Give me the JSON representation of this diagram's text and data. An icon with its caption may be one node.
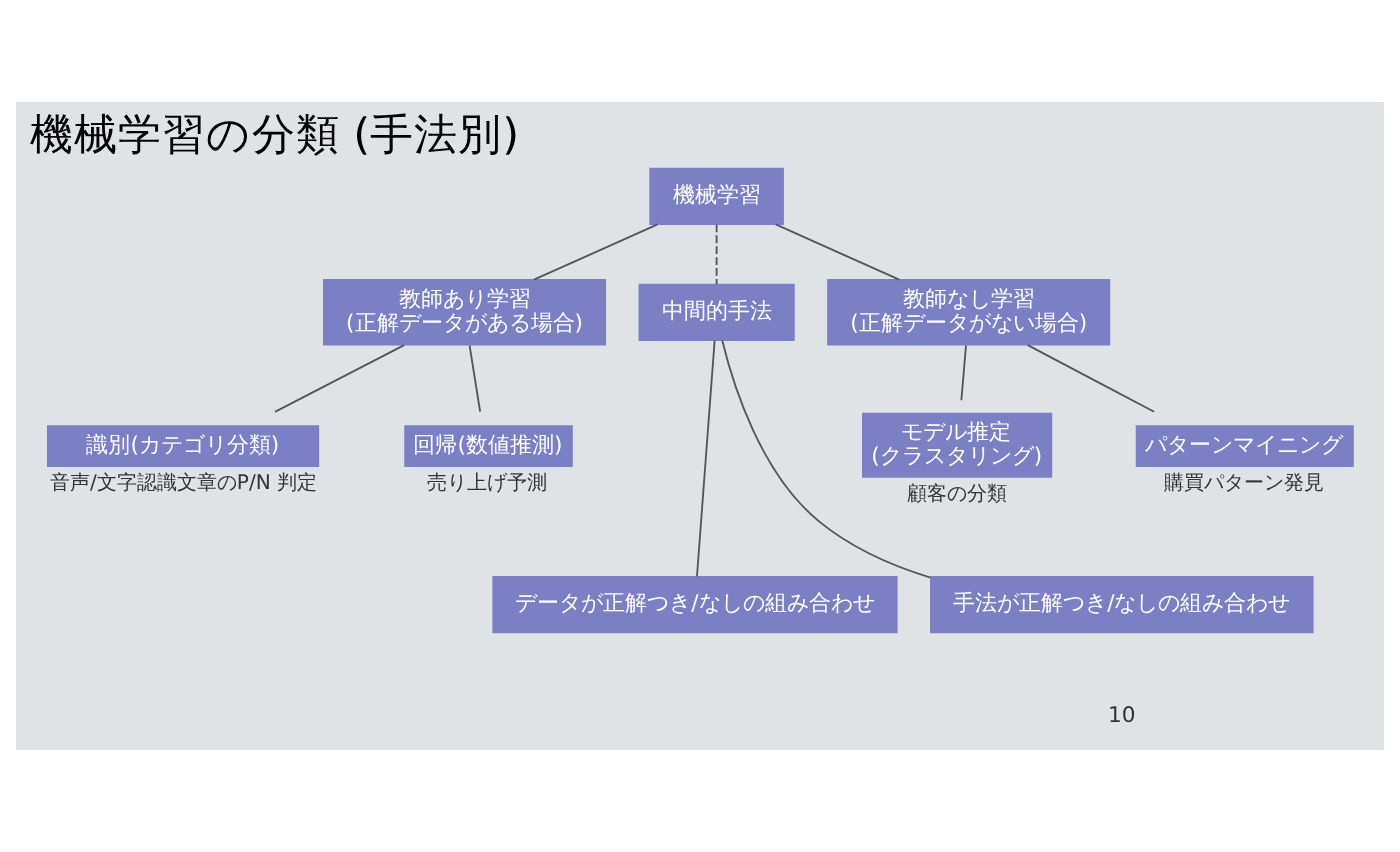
{
  "diagram": {
    "title": "機械学習の分類 (手法別)",
    "nodes": [
      {
        "text": [
          "機械学習"
        ]
      },
      {
        "text": [
          "教師あり学習(正解データがある場合)"
        ]
      },
      {
        "text": [
          "中間的手法"
        ]
      },
      {
        "text": [
          "教師なし学習(正解データがない場合)"
        ]
      },
      {
        "text": [
          "識別(カテゴリ分類)"
        ],
        "beside": [
          "音声/文字認識文章のP/N 判定"
        ]
      },
      {
        "text": [
          "回帰(数値推測)"
        ],
        "beside": [
          "売り上げ予測"
        ]
      },
      {
        "text": [
          "モデル推定(クラスタリング)"
        ],
        "beside": [
          "顧客の分類"
        ]
      },
      {
        "text": [
          "パターンマイニング"
        ],
        "beside": [
          "購買パターン発見"
        ]
      },
      {
        "text": [
          "データが正解つき/なしの組み合わせ"
        ]
      },
      {
        "text": [
          "手法が正解つき/なしの組み合わせ"
        ]
      }
    ],
    "edges": [
      {
        "from": 0,
        "to": 1,
        "arrow": "none"
      },
      {
        "from": 0,
        "to": 2,
        "arrow": "none",
        "style": "dashed"
      },
      {
        "from": 0,
        "to": 3,
        "arrow": "none"
      },
      {
        "from": 1,
        "to": 4,
        "arrow": "none"
      },
      {
        "from": 1,
        "to": 5,
        "arrow": "none"
      },
      {
        "from": 3,
        "to": 6,
        "arrow": "none"
      },
      {
        "from": 3,
        "to": 7,
        "arrow": "none"
      },
      {
        "from": 2,
        "to": 8,
        "arrow": "none"
      },
      {
        "from": 2,
        "to": 9,
        "arrow": "none"
      }
    ],
    "labels": [
      "10"
    ]
  }
}
